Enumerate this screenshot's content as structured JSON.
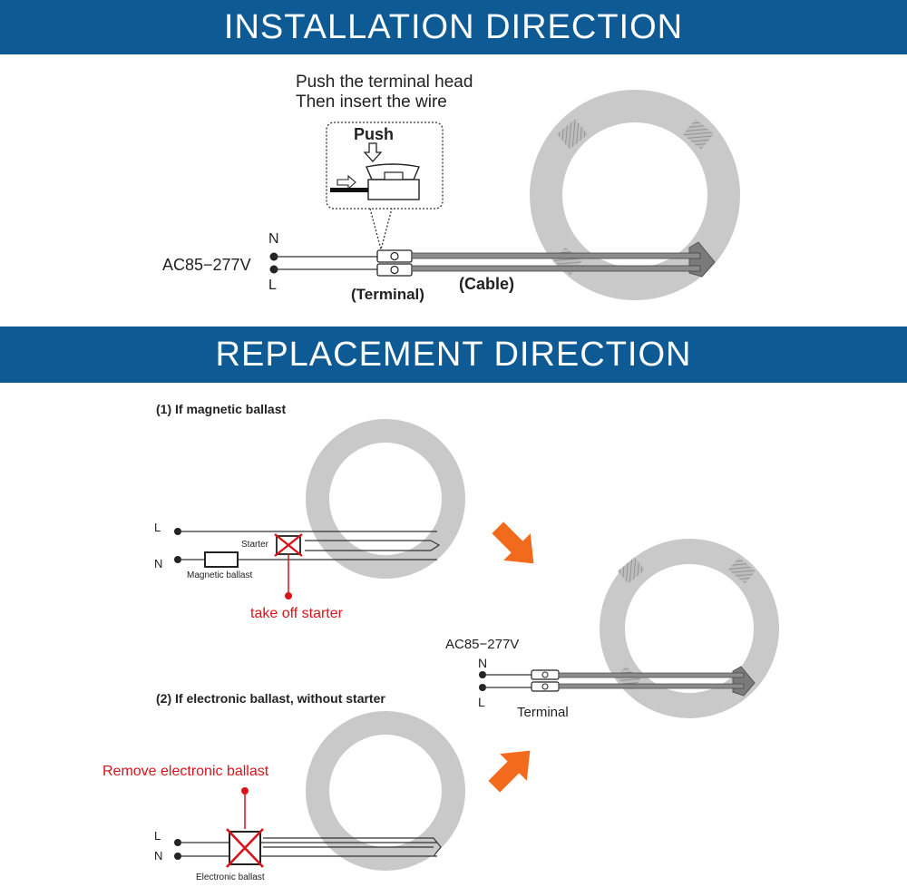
{
  "installation": {
    "title": "INSTALLATION DIRECTION",
    "instruction_line1": "Push the terminal head",
    "instruction_line2": "Then insert the wire",
    "push_label": "Push",
    "voltage": "AC85−277V",
    "n_label": "N",
    "l_label": "L",
    "terminal_label": "(Terminal)",
    "cable_label": "(Cable)"
  },
  "replacement": {
    "title": "REPLACEMENT DIRECTION",
    "magnetic": {
      "heading": "(1) If magnetic ballast",
      "l_label": "L",
      "n_label": "N",
      "starter_label": "Starter",
      "ballast_label": "Magnetic ballast",
      "action": "take off starter"
    },
    "electronic": {
      "heading": "(2) If electronic ballast, without starter",
      "action": "Remove electronic ballast",
      "l_label": "L",
      "n_label": "N",
      "ballast_label": "Electronic ballast"
    },
    "result": {
      "voltage": "AC85−277V",
      "n_label": "N",
      "l_label": "L",
      "terminal_label": "Terminal"
    }
  },
  "colors": {
    "banner": "#0d5a95",
    "arrow": "#f26b1d",
    "warning": "#d7141a",
    "ring": "#c9c9c9"
  }
}
